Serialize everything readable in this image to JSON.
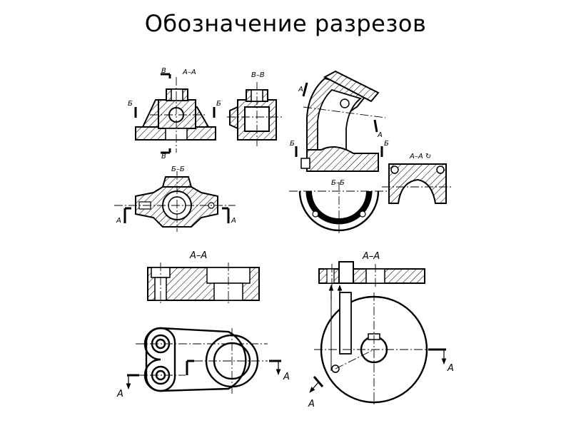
{
  "title": "Обозначение разрезов",
  "labels": {
    "a": "А",
    "b": "Б",
    "v": "В",
    "aa": "А–А",
    "bb": "Б–Б",
    "vv": "В–В",
    "aa_rot": "А–А ↻"
  }
}
